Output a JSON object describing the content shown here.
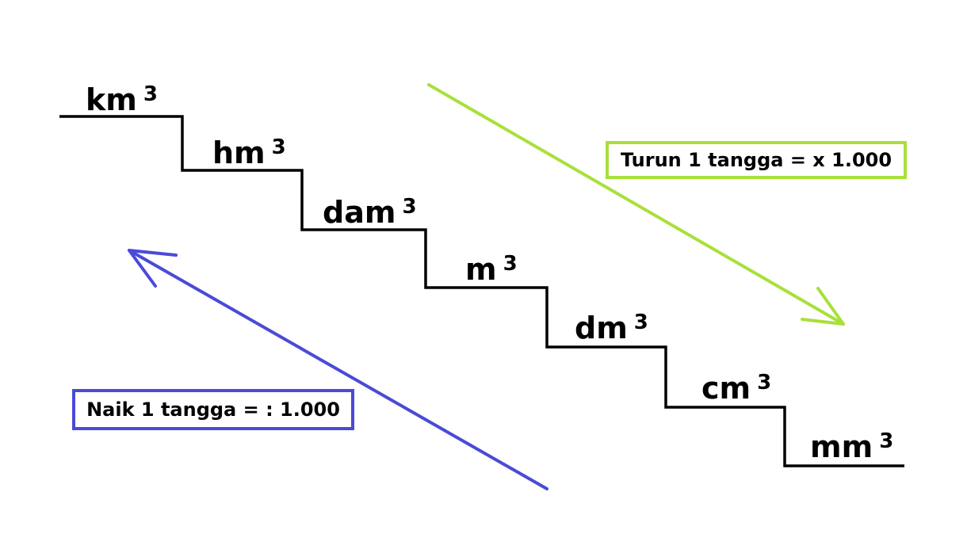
{
  "colors": {
    "staircase": "#000000",
    "down_arrow": "#a8e03a",
    "up_arrow": "#4a4ad8"
  },
  "units": [
    {
      "base": "km",
      "exp": "3"
    },
    {
      "base": "hm",
      "exp": "3"
    },
    {
      "base": "dam",
      "exp": "3"
    },
    {
      "base": "m",
      "exp": "3"
    },
    {
      "base": "dm",
      "exp": "3"
    },
    {
      "base": "cm",
      "exp": "3"
    },
    {
      "base": "mm",
      "exp": "3"
    }
  ],
  "rules": {
    "down": "Turun 1 tangga = x 1.000",
    "up": "Naik 1 tangga = : 1.000"
  }
}
